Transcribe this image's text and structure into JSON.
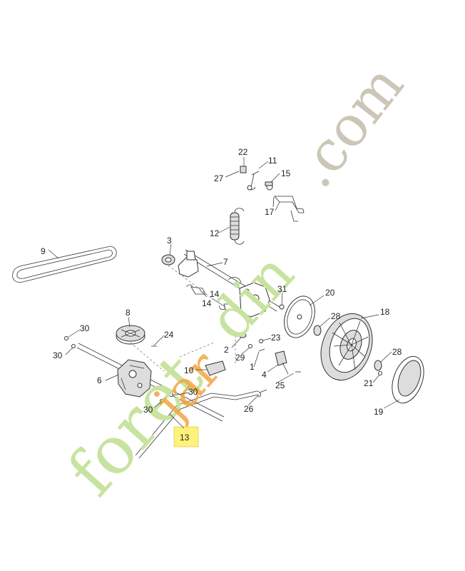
{
  "watermark": {
    "text_green": "foret",
    "text_orange": "jar",
    "text_tail": "din",
    "domain_suffix": ".com",
    "color_green": "#c8e3a0",
    "color_orange": "#f2a640",
    "color_grey": "#c9c3b4"
  },
  "highlight_color": "#fff27a",
  "parts": [
    {
      "id": "p22",
      "number": "22"
    },
    {
      "id": "p11",
      "number": "11"
    },
    {
      "id": "p27",
      "number": "27"
    },
    {
      "id": "p15",
      "number": "15"
    },
    {
      "id": "p17",
      "number": "17"
    },
    {
      "id": "p12",
      "number": "12"
    },
    {
      "id": "p9",
      "number": "9"
    },
    {
      "id": "p3",
      "number": "3"
    },
    {
      "id": "p7",
      "number": "7"
    },
    {
      "id": "p31",
      "number": "31"
    },
    {
      "id": "p20",
      "number": "20"
    },
    {
      "id": "p14a",
      "number": "14"
    },
    {
      "id": "p14b",
      "number": "14"
    },
    {
      "id": "p8",
      "number": "8"
    },
    {
      "id": "p30a",
      "number": "30"
    },
    {
      "id": "p30b",
      "number": "30"
    },
    {
      "id": "p24",
      "number": "24"
    },
    {
      "id": "p28a",
      "number": "28"
    },
    {
      "id": "p18",
      "number": "18"
    },
    {
      "id": "p23",
      "number": "23"
    },
    {
      "id": "p2",
      "number": "2"
    },
    {
      "id": "p29",
      "number": "29"
    },
    {
      "id": "p1",
      "number": "1"
    },
    {
      "id": "p4",
      "number": "4"
    },
    {
      "id": "p25",
      "number": "25"
    },
    {
      "id": "p10",
      "number": "10"
    },
    {
      "id": "p6",
      "number": "6"
    },
    {
      "id": "p30c",
      "number": "30"
    },
    {
      "id": "p30d",
      "number": "30"
    },
    {
      "id": "p26",
      "number": "26"
    },
    {
      "id": "p13",
      "number": "13"
    },
    {
      "id": "p28b",
      "number": "28"
    },
    {
      "id": "p21",
      "number": "21"
    },
    {
      "id": "p19",
      "number": "19"
    }
  ]
}
